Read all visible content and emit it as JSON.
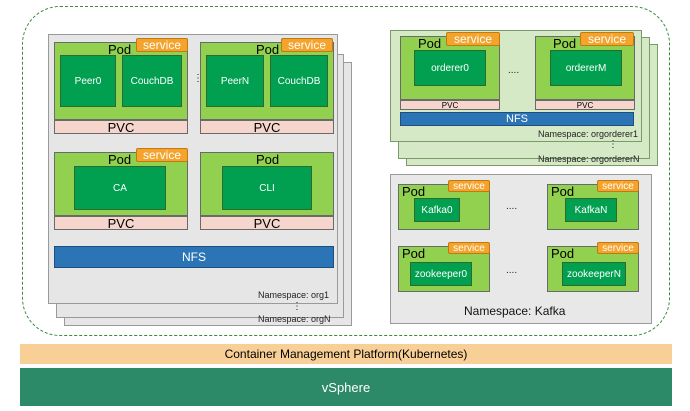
{
  "labels": {
    "pod": "Pod",
    "service": "service",
    "pvc": "PVC",
    "nfs": "NFS",
    "hdots": "....",
    "vdots": "⋮"
  },
  "org": {
    "peer0": "Peer0",
    "couchdb": "CouchDB",
    "peerN": "PeerN",
    "ca": "CA",
    "cli": "CLI",
    "ns_org1": "Namespace: org1",
    "ns_orgN": "Namespace: orgN"
  },
  "orderer": {
    "orderer0": "orderer0",
    "ordererM": "ordererM",
    "ns_orderer1": "Namespace: orgorderer1",
    "ns_ordererN": "Namespace: orgordererN"
  },
  "kafka": {
    "kafka0": "Kafka0",
    "kafkaN": "KafkaN",
    "zookeeper0": "zookeeper0",
    "zookeeperN": "zookeeperN",
    "ns_kafka": "Namespace: Kafka"
  },
  "platform": {
    "cmp": "Container Management Platform(Kubernetes)",
    "vsphere": "vSphere"
  }
}
